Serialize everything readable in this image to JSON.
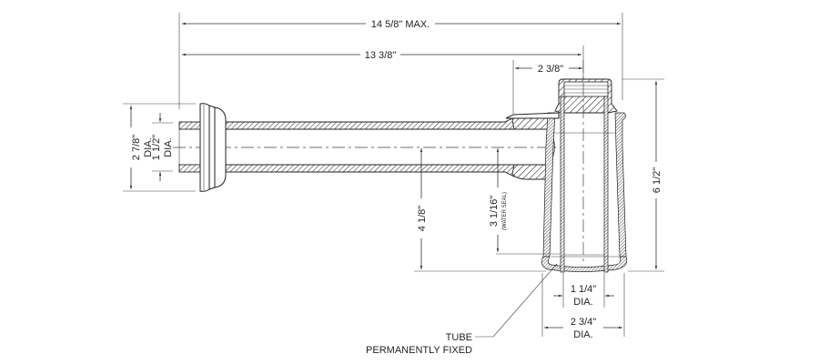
{
  "drawing": {
    "title": "Bottle trap dimensional drawing",
    "dimensions": {
      "overall_length": "14 5/8\" MAX.",
      "tube_length": "13 3/8\"",
      "outlet_offset": "2 3/8\"",
      "flange_diameter_value": "2 7/8\"",
      "flange_diameter_unit": "DIA.",
      "tube_diameter_value": "1 1/2\"",
      "tube_diameter_unit": "DIA.",
      "tube_height": "4 1/8\"",
      "water_seal_value": "3 1/16\"",
      "water_seal_label": "(WATER SEAL)",
      "overall_height": "6 1/2\"",
      "inlet_diameter_value": "1 1/4\"",
      "inlet_diameter_unit": "DIA.",
      "body_diameter_value": "2 3/4\"",
      "body_diameter_unit": "DIA."
    },
    "notes": {
      "tube_line1": "TUBE",
      "tube_line2": "PERMANENTLY FIXED"
    }
  }
}
